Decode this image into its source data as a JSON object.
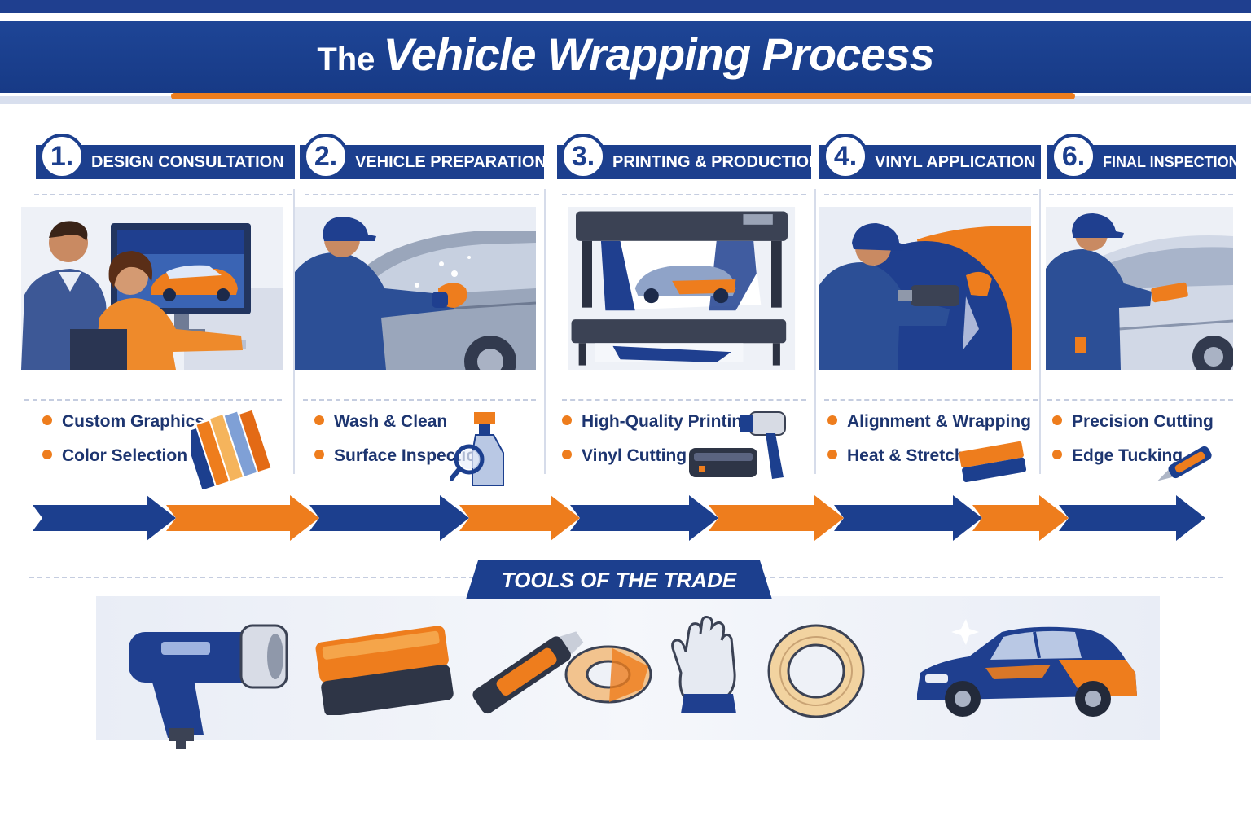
{
  "header": {
    "title_prefix": "The",
    "title_main": "Vehicle Wrapping Process"
  },
  "steps": [
    {
      "number": "1.",
      "title": "DESIGN CONSULTATION",
      "bullets": [
        "Custom Graphics",
        "Color Selection"
      ],
      "illustration": "consultation-scene",
      "icon": "color-swatch-icon"
    },
    {
      "number": "2.",
      "title": "VEHICLE PREPARATION",
      "bullets": [
        "Wash & Clean",
        "Surface Inspection"
      ],
      "illustration": "washing-scene",
      "icon": "spray-bottle-icon"
    },
    {
      "number": "3.",
      "title": "PRINTING & PRODUCTION",
      "bullets": [
        "High-Quality Printing",
        "Vinyl Cutting"
      ],
      "illustration": "printer-scene",
      "icon": "heat-gun-icon"
    },
    {
      "number": "4.",
      "title": "VINYL APPLICATION",
      "bullets": [
        "Alignment & Wrapping",
        "Heat & Stretch"
      ],
      "illustration": "wrapping-scene",
      "icon": "squeegee-icon"
    },
    {
      "number": "6.",
      "title": "FINAL INSPECTION",
      "bullets": [
        "Precision Cutting",
        "Edge Tucking"
      ],
      "illustration": "inspection-scene",
      "icon": "knife-icon"
    }
  ],
  "tools": {
    "label": "TOOLS OF THE TRADE",
    "items": [
      "heat-gun-icon",
      "squeegee-icon",
      "utility-knife-icon",
      "tape-roll-icon",
      "gloves-icon",
      "masking-tape-icon",
      "wrapped-car-icon"
    ]
  },
  "colors": {
    "navy": "#1c3f8e",
    "orange": "#ee7d1d",
    "text": "#1d3570"
  }
}
